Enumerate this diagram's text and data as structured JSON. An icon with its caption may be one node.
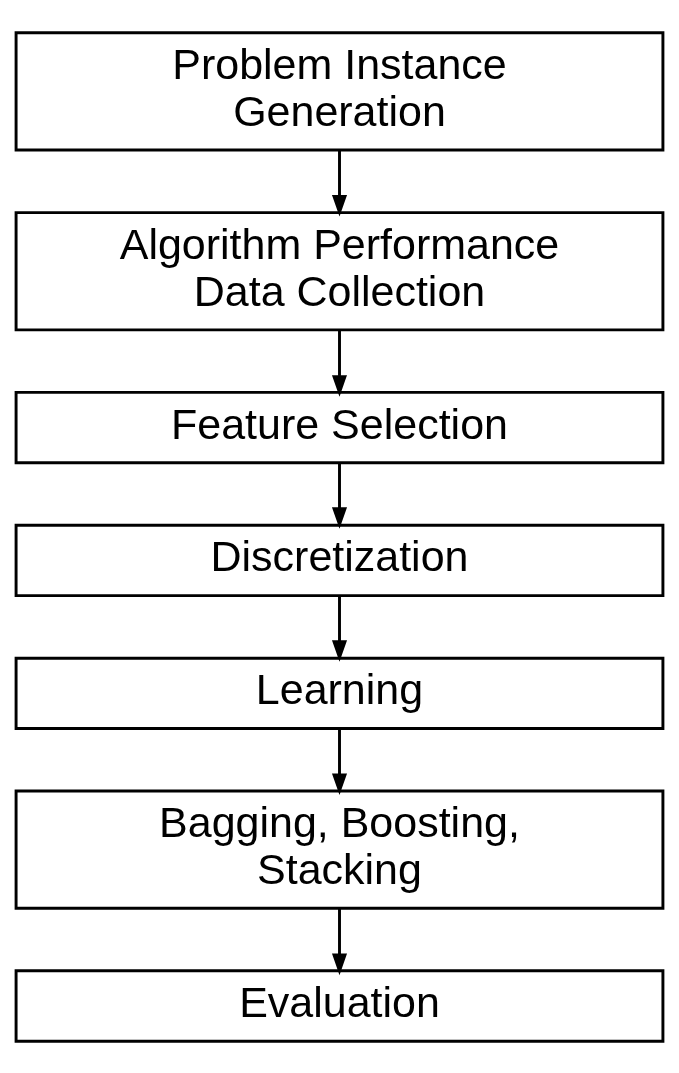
{
  "diagram": {
    "nodes": [
      {
        "text": [
          "Problem Instance Generation"
        ]
      },
      {
        "text": [
          "Algorithm Performance Data Collection"
        ]
      },
      {
        "text": [
          "Feature Selection"
        ]
      },
      {
        "text": [
          "Discretization"
        ]
      },
      {
        "text": [
          "Learning"
        ]
      },
      {
        "text": [
          "Bagging, Boosting, Stacking"
        ]
      },
      {
        "text": [
          "Evaluation"
        ]
      }
    ],
    "edges": [
      {
        "from": 0,
        "to": 1,
        "arrow": "to"
      },
      {
        "from": 1,
        "to": 2,
        "arrow": "to"
      },
      {
        "from": 2,
        "to": 3,
        "arrow": "to"
      },
      {
        "from": 3,
        "to": 4,
        "arrow": "to"
      },
      {
        "from": 4,
        "to": 5,
        "arrow": "to"
      },
      {
        "from": 5,
        "to": 6,
        "arrow": "to"
      }
    ]
  }
}
